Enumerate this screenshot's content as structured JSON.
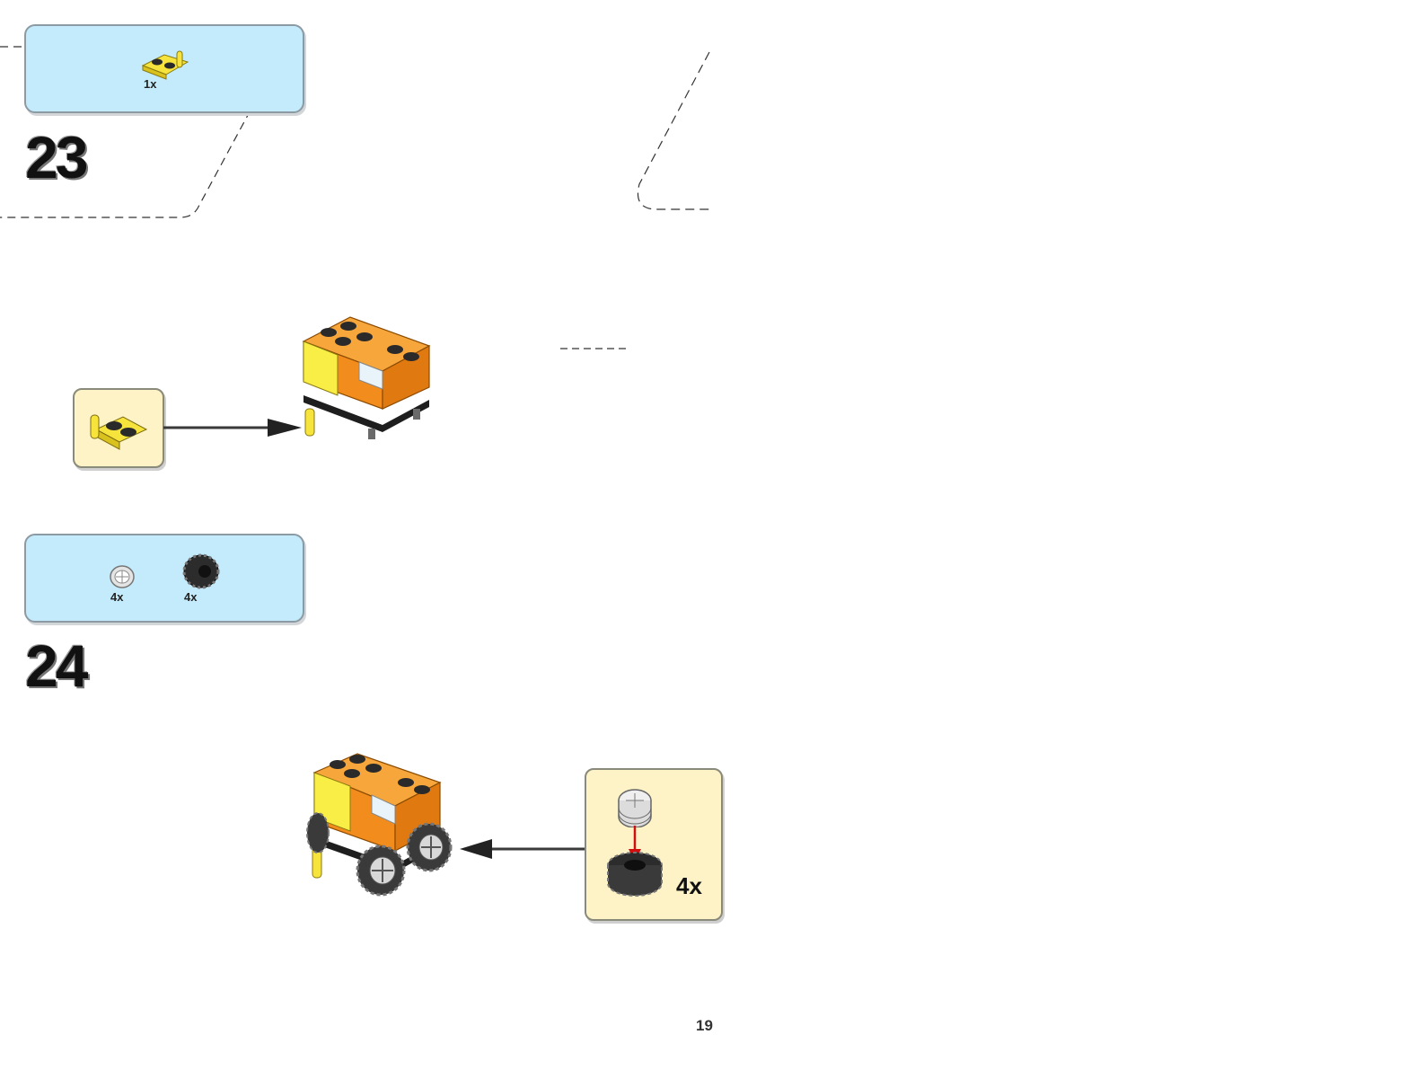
{
  "steps": [
    {
      "number": "23",
      "parts": [
        {
          "name": "yellow plate with clip",
          "qty": "1x"
        }
      ]
    },
    {
      "number": "24",
      "parts": [
        {
          "name": "light grey wheel rim",
          "qty": "4x"
        },
        {
          "name": "black tire",
          "qty": "4x"
        }
      ],
      "subassembly_qty": "4x"
    }
  ],
  "page_number": "19",
  "colors": {
    "parts_box_bg": "#c4ebfb",
    "callout_bg": "#fdf3c6",
    "brick_orange": "#f28c1c",
    "brick_yellow": "#f9ee45"
  }
}
